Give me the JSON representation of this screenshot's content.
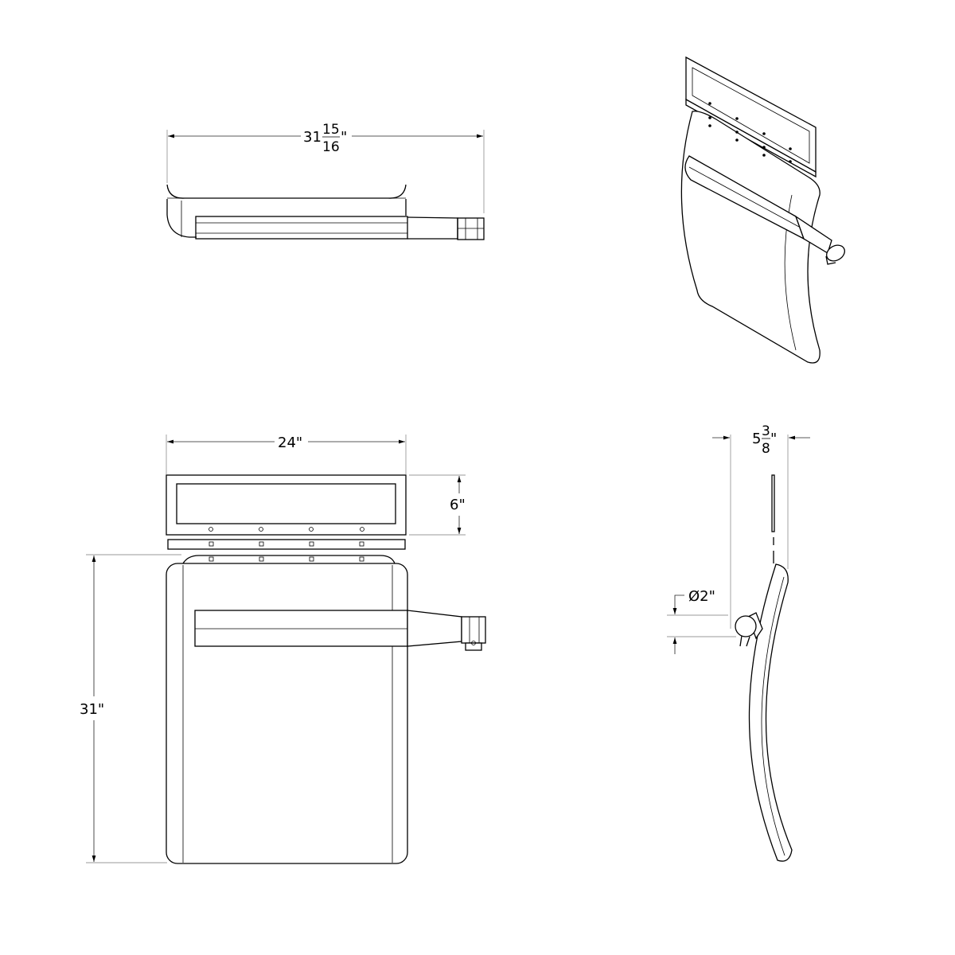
{
  "dimensions": {
    "overall_length": {
      "whole": "31",
      "numerator": "15",
      "denominator": "16",
      "unit": "\""
    },
    "width": "24\"",
    "panel_height": "6\"",
    "board_height": "31\"",
    "depth": {
      "whole": "5",
      "numerator": "3",
      "denominator": "8",
      "unit": "\""
    },
    "tube_diameter": "Ø2\""
  },
  "views": [
    "top-view",
    "isometric-view",
    "front-view",
    "side-view"
  ]
}
